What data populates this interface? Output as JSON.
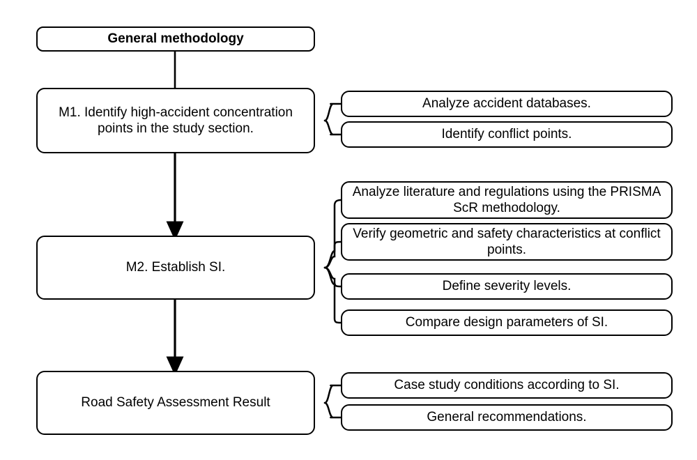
{
  "diagram": {
    "title_node": {
      "label": "General methodology"
    },
    "stages": [
      {
        "id": "m1",
        "label": "M1. Identify high-accident concentration points in the study section.",
        "substeps": [
          {
            "label": "Analyze accident databases."
          },
          {
            "label": "Identify conflict points."
          }
        ]
      },
      {
        "id": "m2",
        "label": "M2. Establish SI.",
        "substeps": [
          {
            "label": "Analyze literature and regulations using the PRISMA ScR methodology."
          },
          {
            "label": "Verify geometric and safety characteristics at conflict points."
          },
          {
            "label": "Define severity levels."
          },
          {
            "label": "Compare design parameters of SI."
          }
        ]
      },
      {
        "id": "result",
        "label": "Road Safety Assessment Result",
        "substeps": [
          {
            "label": "Case study conditions according to SI."
          },
          {
            "label": "General recommendations."
          }
        ]
      }
    ],
    "style": {
      "stroke": "#000000",
      "fill": "#ffffff",
      "text": "#000000"
    }
  }
}
